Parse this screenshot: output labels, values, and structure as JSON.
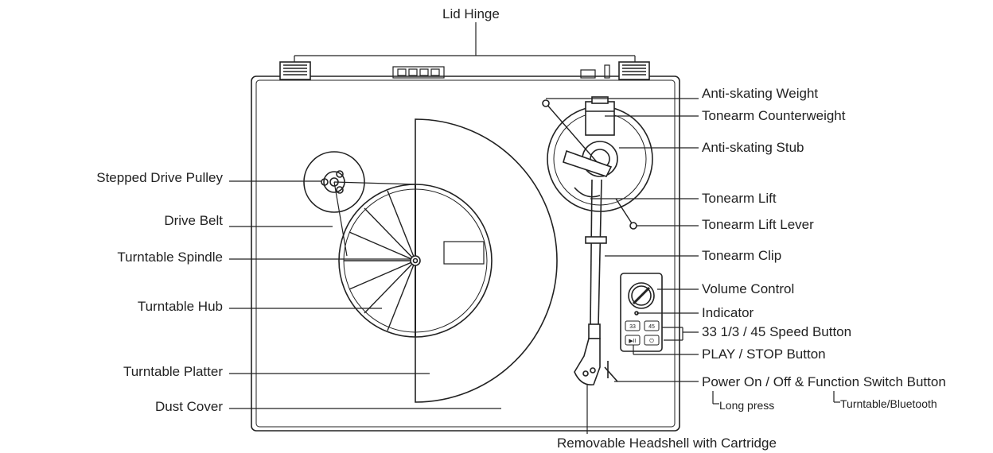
{
  "labels": {
    "lid_hinge": "Lid Hinge",
    "stepped_drive_pulley": "Stepped Drive Pulley",
    "drive_belt": "Drive Belt",
    "turntable_spindle": "Turntable Spindle",
    "turntable_hub": "Turntable Hub",
    "turntable_platter": "Turntable Platter",
    "dust_cover": "Dust Cover",
    "anti_skating_weight": "Anti-skating Weight",
    "tonearm_counterweight": "Tonearm Counterweight",
    "anti_skating_stub": "Anti-skating Stub",
    "tonearm_lift": "Tonearm Lift",
    "tonearm_lift_lever": "Tonearm Lift Lever",
    "tonearm_clip": "Tonearm Clip",
    "volume_control": "Volume Control",
    "indicator": "Indicator",
    "speed_button": "33 1/3  / 45 Speed Button",
    "play_stop_button": "PLAY / STOP Button",
    "power_button": "Power On / Off & Function Switch Button",
    "long_press": "Long press",
    "turntable_bluetooth": "Turntable/Bluetooth",
    "removable_headshell": "Removable Headshell with Cartridge"
  },
  "panel_buttons": {
    "speed_33": "33",
    "speed_45": "45",
    "play": "▶II",
    "power": "⏻"
  },
  "colors": {
    "line": "#222222",
    "text": "#222222",
    "background": "#ffffff"
  }
}
